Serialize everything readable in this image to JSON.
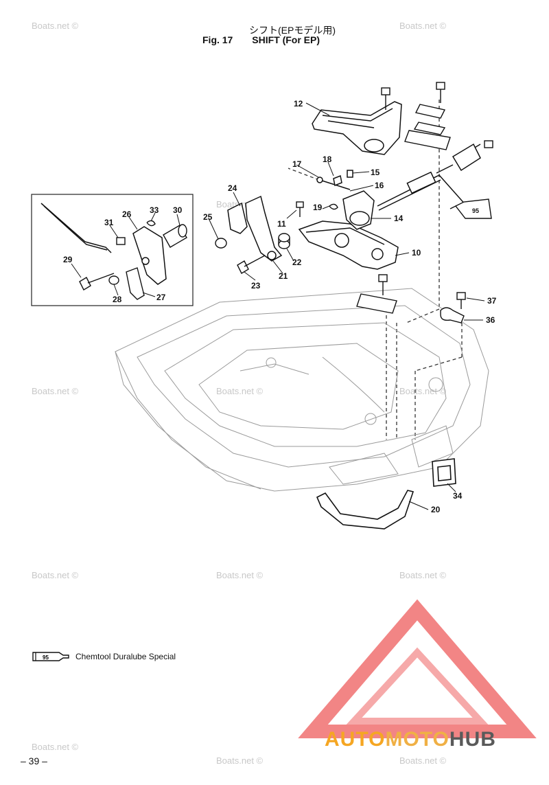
{
  "title": {
    "japanese": "シフト(EPモデル用)",
    "figure": "Fig. 17",
    "english": "SHIFT (For EP)"
  },
  "watermark_text": "Boats.net ©",
  "callouts": [
    "12",
    "17",
    "18",
    "15",
    "16",
    "24",
    "11",
    "19",
    "14",
    "10",
    "30",
    "33",
    "26",
    "31",
    "25",
    "22",
    "21",
    "23",
    "29",
    "28",
    "27",
    "37",
    "36",
    "34",
    "20",
    "95"
  ],
  "legend": {
    "badge": "95",
    "text": "Chemtool Duralube Special"
  },
  "page_number": "– 39 –",
  "brand": {
    "part1": "AUTO",
    "part2": "MOTO",
    "part3": "HUB"
  },
  "colors": {
    "brand_triangle": "#f07070",
    "brand_orange": "#f5a623",
    "brand_gray": "#5a5a5a"
  }
}
